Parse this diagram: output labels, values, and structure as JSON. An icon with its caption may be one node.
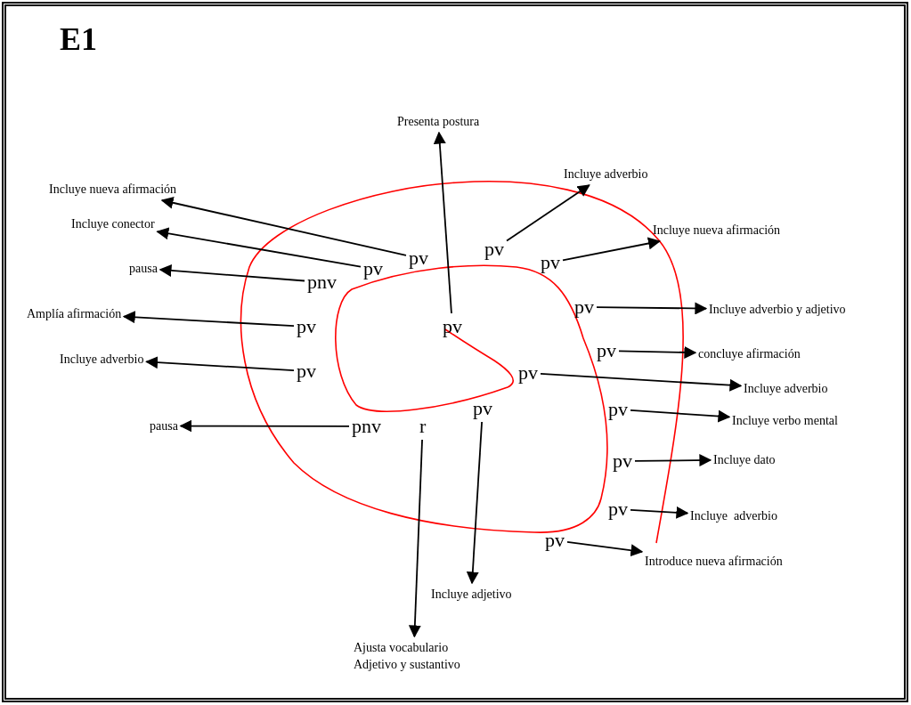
{
  "diagram": {
    "title": "E1",
    "nodes": [
      {
        "text": [
          "pv"
        ]
      },
      {
        "text": [
          "Presenta postura"
        ]
      },
      {
        "text": [
          "pv"
        ]
      },
      {
        "text": [
          "Incluye nueva afirmación"
        ]
      },
      {
        "text": [
          "pv"
        ]
      },
      {
        "text": [
          "Incluye conector"
        ]
      },
      {
        "text": [
          "pnv"
        ]
      },
      {
        "text": [
          "pausa"
        ]
      },
      {
        "text": [
          "pv"
        ]
      },
      {
        "text": [
          "Amplía afirmación"
        ]
      },
      {
        "text": [
          "pv"
        ]
      },
      {
        "text": [
          "Incluye adverbio"
        ]
      },
      {
        "text": [
          "pnv"
        ]
      },
      {
        "text": [
          "pausa"
        ]
      },
      {
        "text": [
          "r"
        ]
      },
      {
        "text": [
          "Ajusta vocabulario Adjetivo y sustantivo"
        ]
      },
      {
        "text": [
          "pv"
        ]
      },
      {
        "text": [
          "Incluye adjetivo"
        ]
      },
      {
        "text": [
          "pv"
        ]
      },
      {
        "text": [
          "Incluye adverbio"
        ]
      },
      {
        "text": [
          "pv"
        ]
      },
      {
        "text": [
          "Incluye nueva afirmación"
        ]
      },
      {
        "text": [
          "pv"
        ]
      },
      {
        "text": [
          "Incluye adverbio y adjetivo"
        ]
      },
      {
        "text": [
          "pv"
        ]
      },
      {
        "text": [
          "concluye afirmación"
        ]
      },
      {
        "text": [
          "pv"
        ]
      },
      {
        "text": [
          "Incluye adverbio"
        ]
      },
      {
        "text": [
          "pv"
        ]
      },
      {
        "text": [
          "Incluye verbo mental"
        ]
      },
      {
        "text": [
          "pv"
        ]
      },
      {
        "text": [
          "Incluye dato"
        ]
      },
      {
        "text": [
          "pv"
        ]
      },
      {
        "text": [
          "Incluye  adverbio"
        ]
      },
      {
        "text": [
          "pv"
        ]
      },
      {
        "text": [
          "Introduce nueva afirmación"
        ]
      }
    ],
    "edges": [
      {
        "from": 0,
        "to": 1,
        "arrow": "to"
      },
      {
        "from": 2,
        "to": 3,
        "arrow": "to"
      },
      {
        "from": 4,
        "to": 5,
        "arrow": "to"
      },
      {
        "from": 6,
        "to": 7,
        "arrow": "to"
      },
      {
        "from": 8,
        "to": 9,
        "arrow": "to"
      },
      {
        "from": 10,
        "to": 11,
        "arrow": "to"
      },
      {
        "from": 12,
        "to": 13,
        "arrow": "to"
      },
      {
        "from": 14,
        "to": 15,
        "arrow": "to"
      },
      {
        "from": 16,
        "to": 17,
        "arrow": "to"
      },
      {
        "from": 18,
        "to": 19,
        "arrow": "to"
      },
      {
        "from": 20,
        "to": 21,
        "arrow": "to"
      },
      {
        "from": 22,
        "to": 23,
        "arrow": "to"
      },
      {
        "from": 24,
        "to": 25,
        "arrow": "to"
      },
      {
        "from": 26,
        "to": 27,
        "arrow": "to"
      },
      {
        "from": 28,
        "to": 29,
        "arrow": "to"
      },
      {
        "from": 30,
        "to": 31,
        "arrow": "to"
      },
      {
        "from": 32,
        "to": 33,
        "arrow": "to"
      },
      {
        "from": 34,
        "to": 35,
        "arrow": "to"
      }
    ]
  }
}
